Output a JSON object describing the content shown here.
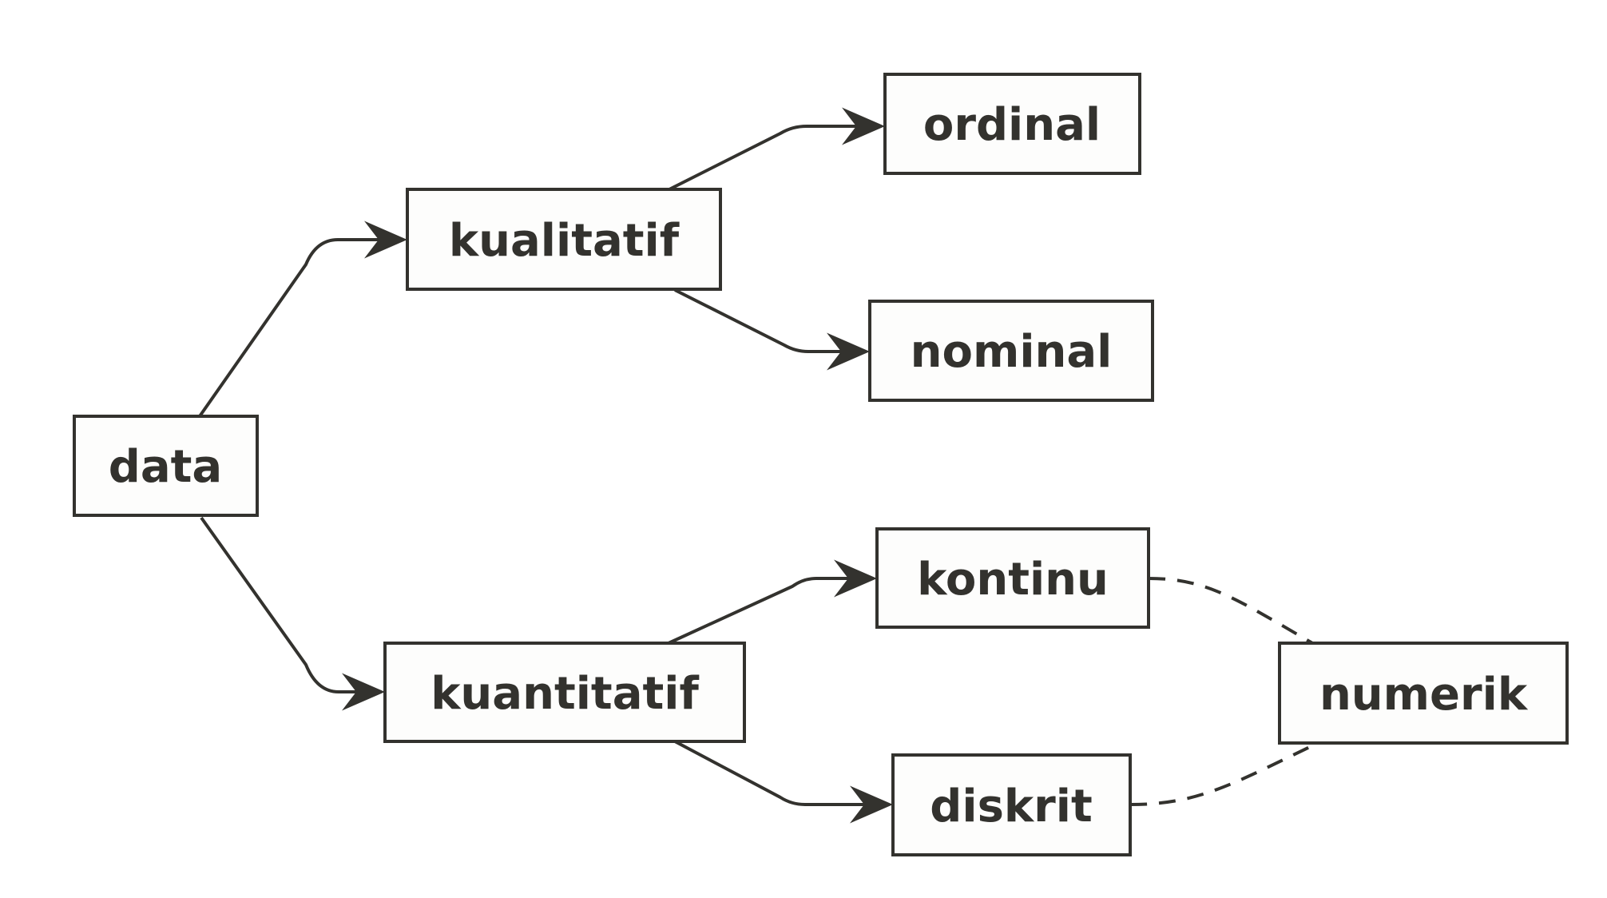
{
  "diagram": {
    "background_color": "#ffffff",
    "stroke_color": "#33322e",
    "box_fill_color": "#fdfdfc",
    "nodes": {
      "data": {
        "label": "data"
      },
      "kualitatif": {
        "label": "kualitatif"
      },
      "ordinal": {
        "label": "ordinal"
      },
      "nominal": {
        "label": "nominal"
      },
      "kuantitatif": {
        "label": "kuantitatif"
      },
      "kontinu": {
        "label": "kontinu"
      },
      "diskrit": {
        "label": "diskrit"
      },
      "numerik": {
        "label": "numerik"
      }
    },
    "edges": [
      {
        "from": "data",
        "to": "kualitatif",
        "style": "solid",
        "arrow": true
      },
      {
        "from": "data",
        "to": "kuantitatif",
        "style": "solid",
        "arrow": true
      },
      {
        "from": "kualitatif",
        "to": "ordinal",
        "style": "solid",
        "arrow": true
      },
      {
        "from": "kualitatif",
        "to": "nominal",
        "style": "solid",
        "arrow": true
      },
      {
        "from": "kuantitatif",
        "to": "kontinu",
        "style": "solid",
        "arrow": true
      },
      {
        "from": "kuantitatif",
        "to": "diskrit",
        "style": "solid",
        "arrow": true
      },
      {
        "from": "kontinu",
        "to": "numerik",
        "style": "dashed",
        "arrow": false
      },
      {
        "from": "diskrit",
        "to": "numerik",
        "style": "dashed",
        "arrow": false
      }
    ]
  }
}
